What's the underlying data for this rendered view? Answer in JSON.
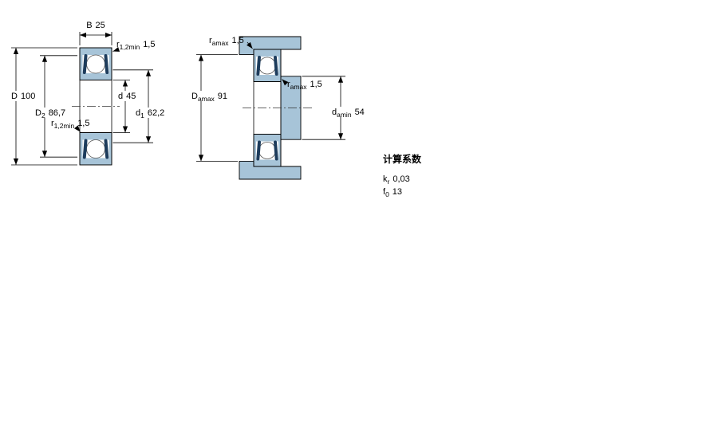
{
  "colors": {
    "bearing_blue": "#a7c4d8",
    "seal_dark": "#1d3c5c",
    "line": "#000000",
    "background": "#ffffff"
  },
  "figure_left": {
    "name": "bearing-cross-section",
    "dims": {
      "B": {
        "base": "B",
        "value": "25"
      },
      "r12_top": {
        "base": "r",
        "sub": "1,2min",
        "value": "1,5"
      },
      "D": {
        "base": "D",
        "value": "100"
      },
      "d": {
        "base": "d",
        "value": "45"
      },
      "D2": {
        "base": "D",
        "sub": "2",
        "value": "86,7"
      },
      "d1": {
        "base": "d",
        "sub": "1",
        "value": "62,2"
      },
      "r12_bottom": {
        "base": "r",
        "sub": "1,2min",
        "value": "1,5"
      }
    }
  },
  "figure_right": {
    "name": "abutment-dimensions",
    "dims": {
      "ra_top": {
        "base": "r",
        "sub": "amax",
        "value": "1,5"
      },
      "Da": {
        "base": "D",
        "sub": "amax",
        "value": "91"
      },
      "ra_mid": {
        "base": "r",
        "sub": "amax",
        "value": "1,5"
      },
      "da": {
        "base": "d",
        "sub": "amin",
        "value": "54"
      }
    }
  },
  "calculation_factors": {
    "title": "计算系数",
    "rows": [
      {
        "base": "k",
        "sub": "r",
        "value": "0,03"
      },
      {
        "base": "f",
        "sub": "0",
        "value": "13"
      }
    ]
  }
}
